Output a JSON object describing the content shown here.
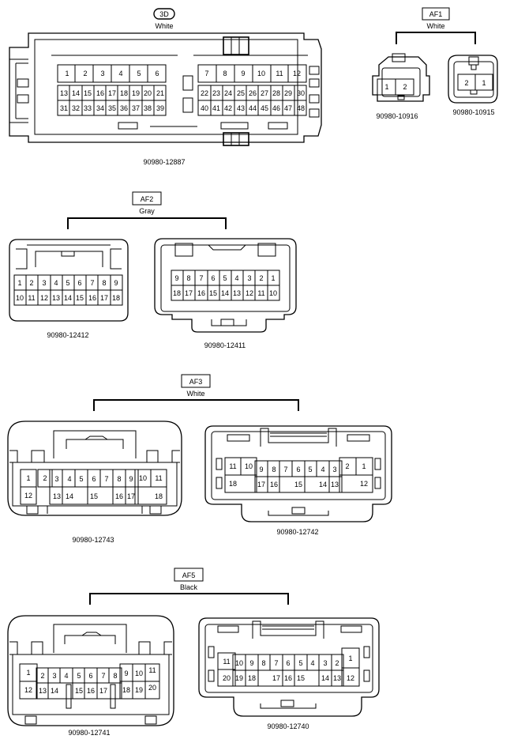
{
  "connectors": {
    "c3d": {
      "code": "3D",
      "color": "White",
      "part_number": "90980-12887",
      "pins": [
        "1",
        "2",
        "3",
        "4",
        "5",
        "6",
        "7",
        "8",
        "9",
        "10",
        "11",
        "12",
        "13",
        "14",
        "15",
        "16",
        "17",
        "18",
        "19",
        "20",
        "21",
        "22",
        "23",
        "24",
        "25",
        "26",
        "27",
        "28",
        "29",
        "30",
        "31",
        "32",
        "33",
        "34",
        "35",
        "36",
        "37",
        "38",
        "39",
        "40",
        "41",
        "42",
        "43",
        "44",
        "45",
        "46",
        "47",
        "48"
      ]
    },
    "af1": {
      "code": "AF1",
      "color": "White",
      "left_part_number": "90980-10916",
      "right_part_number": "90980-10915",
      "left_pins": [
        "1",
        "2"
      ],
      "right_pins": [
        "2",
        "1"
      ]
    },
    "af2": {
      "code": "AF2",
      "color": "Gray",
      "left_part_number": "90980-12412",
      "right_part_number": "90980-12411",
      "left_pins": [
        "1",
        "2",
        "3",
        "4",
        "5",
        "6",
        "7",
        "8",
        "9",
        "10",
        "11",
        "12",
        "13",
        "14",
        "15",
        "16",
        "17",
        "18"
      ],
      "right_pins": [
        "9",
        "8",
        "7",
        "6",
        "5",
        "4",
        "3",
        "2",
        "1",
        "18",
        "17",
        "16",
        "15",
        "14",
        "13",
        "12",
        "11",
        "10"
      ]
    },
    "af3": {
      "code": "AF3",
      "color": "White",
      "left_part_number": "90980-12743",
      "right_part_number": "90980-12742",
      "left_pins": [
        "1",
        "2",
        "3",
        "4",
        "5",
        "6",
        "7",
        "8",
        "9",
        "10",
        "11",
        "12",
        "13",
        "14",
        "15",
        "16",
        "17",
        "18"
      ],
      "right_pins": [
        "11",
        "10",
        "9",
        "8",
        "7",
        "6",
        "5",
        "4",
        "3",
        "2",
        "1",
        "18",
        "17",
        "16",
        "15",
        "14",
        "13",
        "12"
      ]
    },
    "af5": {
      "code": "AF5",
      "color": "Black",
      "left_part_number": "90980-12741",
      "right_part_number": "90980-12740",
      "left_pins": [
        "1",
        "2",
        "3",
        "4",
        "5",
        "6",
        "7",
        "8",
        "9",
        "10",
        "11",
        "12",
        "13",
        "14",
        "15",
        "16",
        "17",
        "18",
        "19",
        "20"
      ],
      "right_pins": [
        "1",
        "2",
        "3",
        "4",
        "5",
        "6",
        "7",
        "8",
        "9",
        "10",
        "11",
        "12",
        "13",
        "14",
        "15",
        "16",
        "17",
        "18",
        "19",
        "20"
      ]
    }
  }
}
